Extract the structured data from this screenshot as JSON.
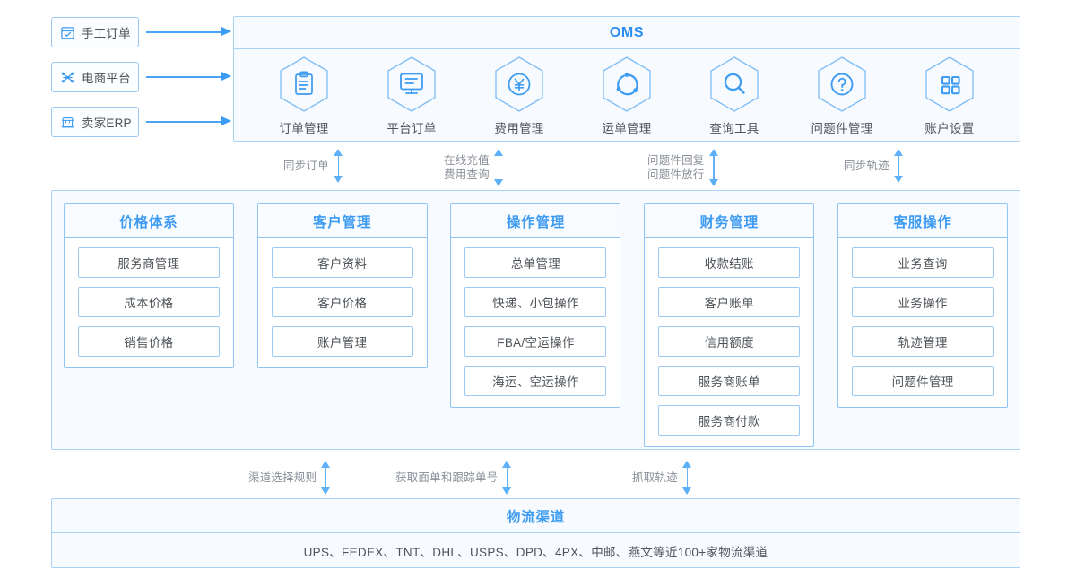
{
  "sources": [
    {
      "label": "手工订单",
      "icon": "calendar-check-icon"
    },
    {
      "label": "电商平台",
      "icon": "network-nodes-icon"
    },
    {
      "label": "卖家ERP",
      "icon": "storefront-icon"
    }
  ],
  "oms": {
    "title": "OMS",
    "items": [
      {
        "label": "订单管理",
        "icon": "clipboard-icon"
      },
      {
        "label": "平台订单",
        "icon": "monitor-icon"
      },
      {
        "label": "费用管理",
        "icon": "yen-circle-icon"
      },
      {
        "label": "运单管理",
        "icon": "sync-circle-icon"
      },
      {
        "label": "查询工具",
        "icon": "search-icon"
      },
      {
        "label": "问题件管理",
        "icon": "question-circle-icon"
      },
      {
        "label": "账户设置",
        "icon": "grid-squares-icon"
      }
    ]
  },
  "connectors_top": [
    {
      "lines": [
        "同步订单"
      ]
    },
    {
      "lines": [
        "在线充值",
        "费用查询"
      ]
    },
    {
      "lines": [
        "问题件回复",
        "问题件放行"
      ]
    },
    {
      "lines": [
        "同步轨迹"
      ]
    }
  ],
  "connectors_bottom": [
    {
      "lines": [
        "渠道选择规则"
      ]
    },
    {
      "lines": [
        "获取面单和跟踪单号"
      ]
    },
    {
      "lines": [
        "抓取轨迹"
      ]
    }
  ],
  "groups": [
    {
      "title": "价格体系",
      "items": [
        "服务商管理",
        "成本价格",
        "销售价格"
      ]
    },
    {
      "title": "客户管理",
      "items": [
        "客户资料",
        "客户价格",
        "账户管理"
      ]
    },
    {
      "title": "操作管理",
      "items": [
        "总单管理",
        "快递、小包操作",
        "FBA/空运操作",
        "海运、空运操作"
      ]
    },
    {
      "title": "财务管理",
      "items": [
        "收款结账",
        "客户账单",
        "信用额度",
        "服务商账单",
        "服务商付款"
      ]
    },
    {
      "title": "客服操作",
      "items": [
        "业务查询",
        "业务操作",
        "轨迹管理",
        "问题件管理"
      ]
    }
  ],
  "logistics": {
    "title": "物流渠道",
    "description": "UPS、FEDEX、TNT、DHL、USPS、DPD、4PX、中邮、燕文等近100+家物流渠道"
  },
  "colors": {
    "accent": "#3d9bf2",
    "oms_title": "#2b8df0",
    "border": "#a9d2f7",
    "panel_bg": "#f7fbff",
    "arrow": "#5cb0f7",
    "text": "#4d5359",
    "muted": "#8a9099"
  }
}
